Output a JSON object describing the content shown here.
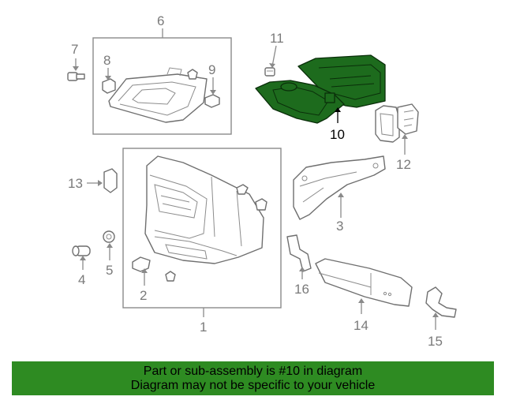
{
  "callouts": {
    "c1": "1",
    "c2": "2",
    "c3": "3",
    "c4": "4",
    "c5": "5",
    "c6": "6",
    "c7": "7",
    "c8": "8",
    "c9": "9",
    "c10": "10",
    "c11": "11",
    "c12": "12",
    "c13": "13",
    "c14": "14",
    "c15": "15",
    "c16": "16"
  },
  "highlighted_part": "10",
  "colors": {
    "highlight": "#1d6b1d",
    "banner": "#2e8b22"
  },
  "banner": {
    "line1": "Part or sub-assembly is #10 in diagram",
    "line2": "Diagram may not be specific to your vehicle"
  }
}
